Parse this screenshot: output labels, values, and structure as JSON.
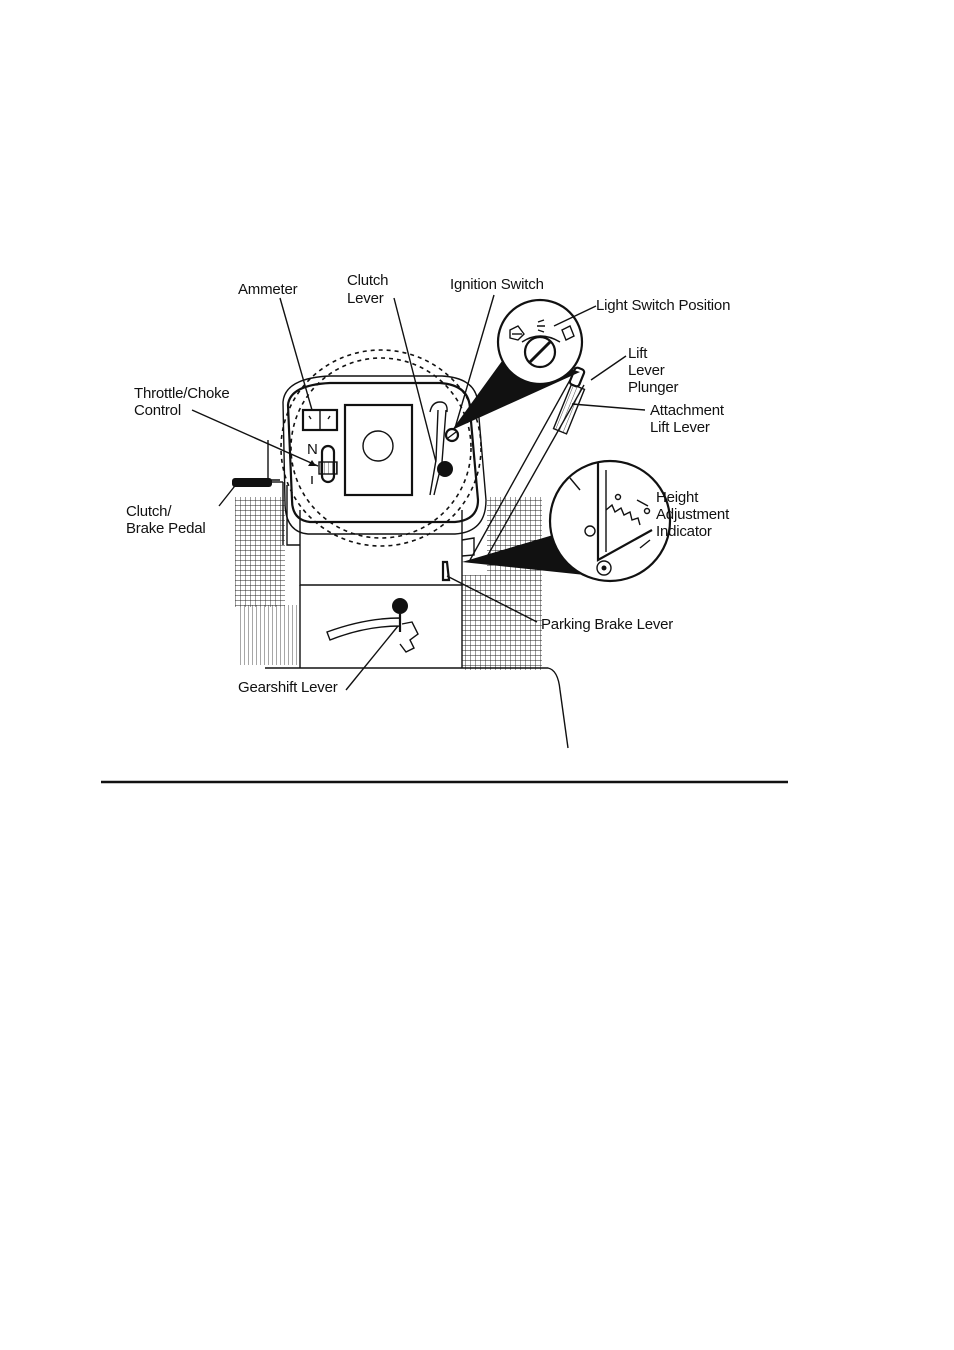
{
  "figure": {
    "labels": {
      "ammeter": "Ammeter",
      "clutch_lever_1": "Clutch",
      "clutch_lever_2": "Lever",
      "ignition_switch": "Ignition Switch",
      "light_switch_position": "Light Switch Position",
      "lift_plunger_1": "Lift",
      "lift_plunger_2": "Lever",
      "lift_plunger_3": "Plunger",
      "attachment_lift_1": "Attachment",
      "attachment_lift_2": "Lift Lever",
      "throttle_1": "Throttle/Choke",
      "throttle_2": "Control",
      "clutch_brake_1": "Clutch/",
      "clutch_brake_2": "Brake Pedal",
      "height_1": "Height",
      "height_2": "Adjustment",
      "height_3": "Indicator",
      "parking_brake": "Parking Brake Lever",
      "gearshift": "Gearshift Lever"
    },
    "dash_mark": "N"
  }
}
